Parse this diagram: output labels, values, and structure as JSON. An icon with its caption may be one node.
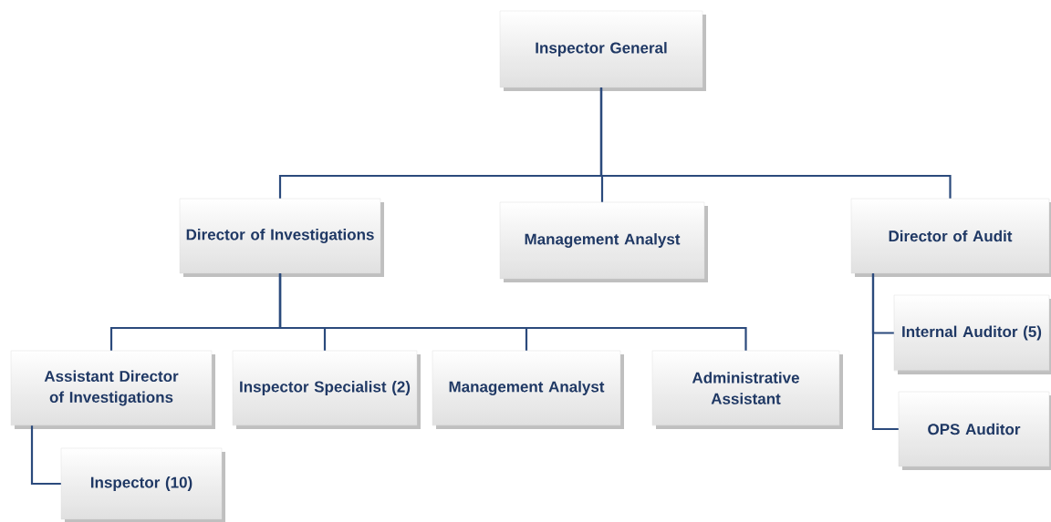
{
  "diagram": {
    "nodes": [
      {
        "text": [
          "Inspector General"
        ]
      },
      {
        "text": [
          "Director of Investigations"
        ]
      },
      {
        "text": [
          "Management Analyst"
        ]
      },
      {
        "text": [
          "Director of Audit"
        ]
      },
      {
        "text": [
          "Assistant Director of Investigations"
        ]
      },
      {
        "text": [
          "Inspector Specialist (2)"
        ]
      },
      {
        "text": [
          "Management Analyst"
        ]
      },
      {
        "text": [
          "Administrative Assistant"
        ]
      },
      {
        "text": [
          "Inspector (10)"
        ]
      },
      {
        "text": [
          "Internal Auditor (5)"
        ]
      },
      {
        "text": [
          "OPS Auditor"
        ]
      }
    ],
    "edges": [
      {
        "from": 0,
        "to": 1,
        "arrow": "none"
      },
      {
        "from": 0,
        "to": 2,
        "arrow": "none"
      },
      {
        "from": 0,
        "to": 3,
        "arrow": "none"
      },
      {
        "from": 1,
        "to": 4,
        "arrow": "none"
      },
      {
        "from": 1,
        "to": 5,
        "arrow": "none"
      },
      {
        "from": 1,
        "to": 6,
        "arrow": "none"
      },
      {
        "from": 1,
        "to": 7,
        "arrow": "none"
      },
      {
        "from": 4,
        "to": 8,
        "arrow": "none"
      },
      {
        "from": 3,
        "to": 9,
        "arrow": "none"
      },
      {
        "from": 3,
        "to": 10,
        "arrow": "none"
      }
    ]
  }
}
